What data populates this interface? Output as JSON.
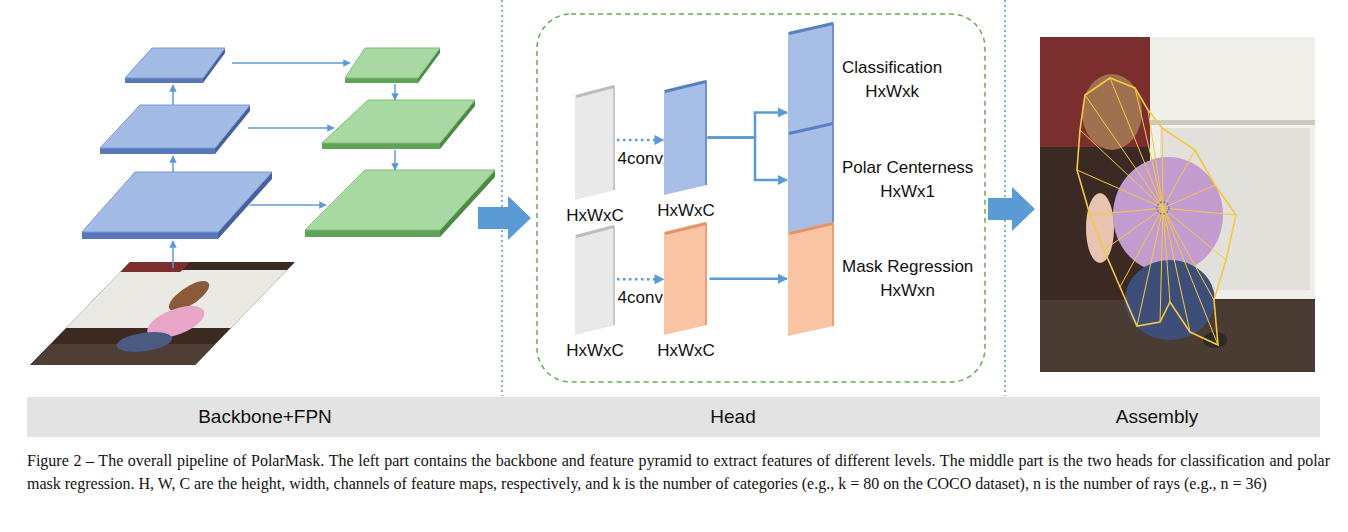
{
  "diagram": {
    "caption": "Figure 2 – The overall pipeline of PolarMask. The left part contains the backbone and feature pyramid to extract features of different levels. The middle part is the two heads for classification and polar mask regression. H, W, C are the height, width, channels of feature maps, respectively, and k is the number of categories (e.g., k = 80 on the COCO dataset), n is the number of rays (e.g., n = 36)",
    "nodes": [
      {
        "text": [
          "HxWxC"
        ]
      },
      {
        "text": [
          "HxWxC"
        ]
      },
      {
        "text": [
          "Classification",
          "HxWxk"
        ]
      },
      {
        "text": [
          "Polar Centerness",
          "HxWx1"
        ]
      },
      {
        "text": [
          "HxWxC"
        ]
      },
      {
        "text": [
          "HxWxC"
        ]
      },
      {
        "text": [
          "Mask Regression",
          "HxWxn"
        ]
      },
      {
        "text": [
          "Backbone+FPN",
          "Head",
          "Assembly"
        ]
      }
    ],
    "edges": [
      {
        "from": 0,
        "to": 1,
        "arrow": "to",
        "label": "4conv"
      },
      {
        "from": 1,
        "to": 2,
        "arrow": "to"
      },
      {
        "from": 1,
        "to": 3,
        "arrow": "to"
      },
      {
        "from": 4,
        "to": 5,
        "arrow": "to",
        "label": "4conv"
      },
      {
        "from": 5,
        "to": 6,
        "arrow": "to"
      }
    ]
  }
}
